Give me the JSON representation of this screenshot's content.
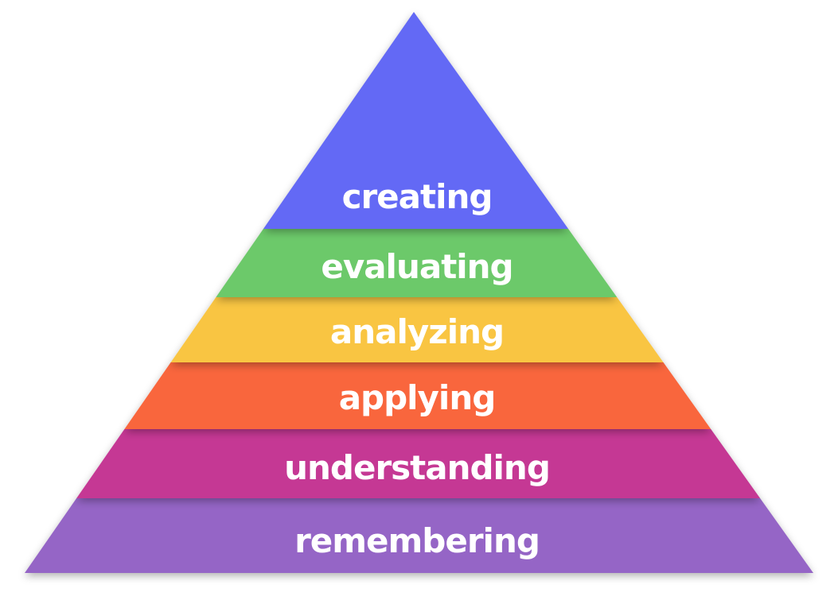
{
  "diagram": {
    "type": "pyramid",
    "levels": [
      {
        "label": "creating",
        "color": "#6469F5"
      },
      {
        "label": "evaluating",
        "color": "#6CC96A"
      },
      {
        "label": "analyzing",
        "color": "#F9C543"
      },
      {
        "label": "applying",
        "color": "#F9663C"
      },
      {
        "label": "understanding",
        "color": "#C53894"
      },
      {
        "label": "remembering",
        "color": "#9565C6"
      }
    ]
  }
}
